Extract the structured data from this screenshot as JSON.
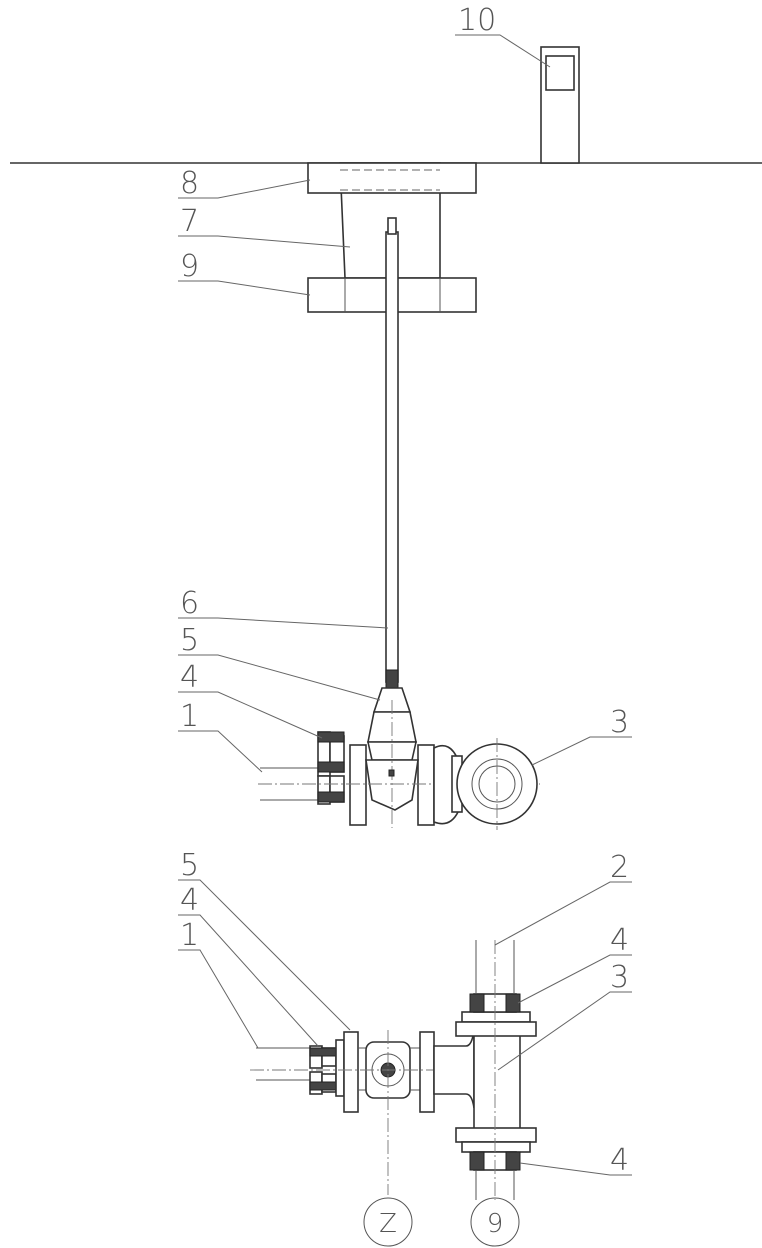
{
  "labels": {
    "l10": "10",
    "l8": "8",
    "l7": "7",
    "l9": "9",
    "l6": "6",
    "l5a": "5",
    "l4a": "4",
    "l1a": "1",
    "l3a": "3",
    "l5b": "5",
    "l4b": "4",
    "l1b": "1",
    "l2": "2",
    "l4c": "4",
    "l3b": "3",
    "l4d": "4"
  },
  "section_marks": {
    "z": "Z",
    "nine": "9"
  }
}
